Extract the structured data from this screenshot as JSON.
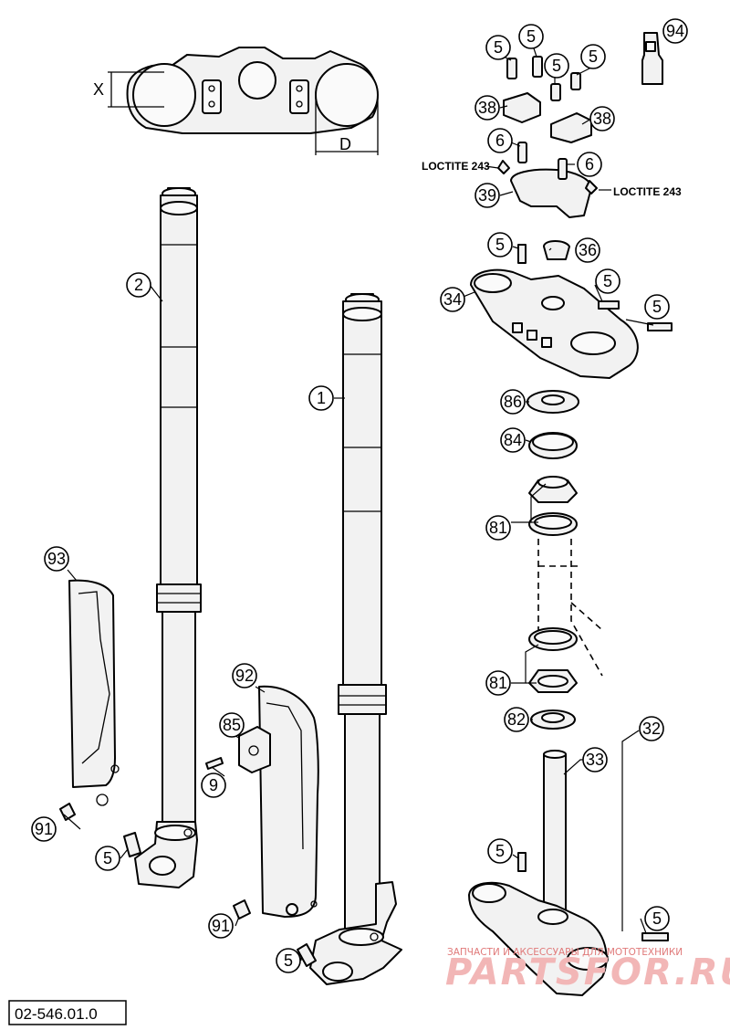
{
  "callouts": {
    "c1": "1",
    "c2": "2",
    "c5a": "5",
    "c5b": "5",
    "c5c": "5",
    "c5d": "5",
    "c5e": "5",
    "c5f": "5",
    "c5g": "5",
    "c5h": "5",
    "c5i": "5",
    "c5j": "5",
    "c6a": "6",
    "c6b": "6",
    "c9": "9",
    "c32": "32",
    "c33": "33",
    "c34": "34",
    "c36": "36",
    "c38a": "38",
    "c38b": "38",
    "c39": "39",
    "c81a": "81",
    "c81b": "81",
    "c82": "82",
    "c84": "84",
    "c85": "85",
    "c86": "86",
    "c91a": "91",
    "c91b": "91",
    "c92": "92",
    "c93": "93",
    "c94": "94"
  },
  "dimensions": {
    "x_label": "X",
    "d_label": "D"
  },
  "notes": {
    "loctite_left": "LOCTITE 243",
    "loctite_right": "LOCTITE 243"
  },
  "watermark": {
    "subtitle": "ЗАПЧАСТИ И АКСЕССУАРЫ ДЛЯ МОТОТЕХНИКИ",
    "brand": "PARTSFOR.RU"
  },
  "drawing_number": "02-546.01.0"
}
